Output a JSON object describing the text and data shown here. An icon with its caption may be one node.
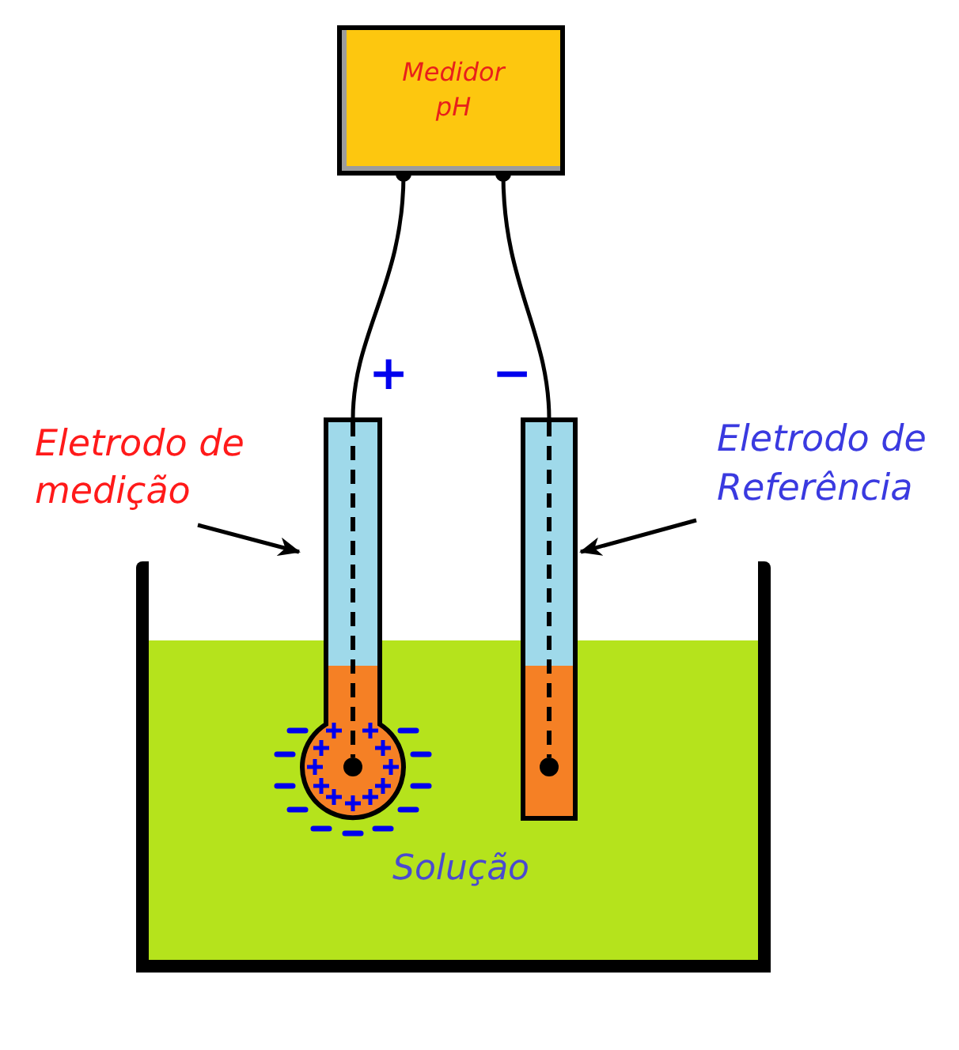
{
  "diagram": {
    "nodes": [
      {
        "text": [
          "Medidor pH"
        ]
      },
      {
        "text": [
          "Eletrodo de medição"
        ]
      },
      {
        "text": [],
        "shape": "box"
      },
      {
        "text": [
          "Eletrodo de Referência"
        ]
      },
      {
        "text": [],
        "shape": "box"
      },
      {
        "text": [
          "Solução"
        ]
      }
    ],
    "edges": [
      {
        "from": 0,
        "to": 2,
        "arrow": "other"
      },
      {
        "from": 0,
        "to": 4,
        "arrow": "other"
      },
      {
        "from": 1,
        "to": 2,
        "arrow": "to"
      },
      {
        "from": 3,
        "to": 4,
        "arrow": "to"
      }
    ],
    "labels": [
      "+",
      "−"
    ]
  }
}
